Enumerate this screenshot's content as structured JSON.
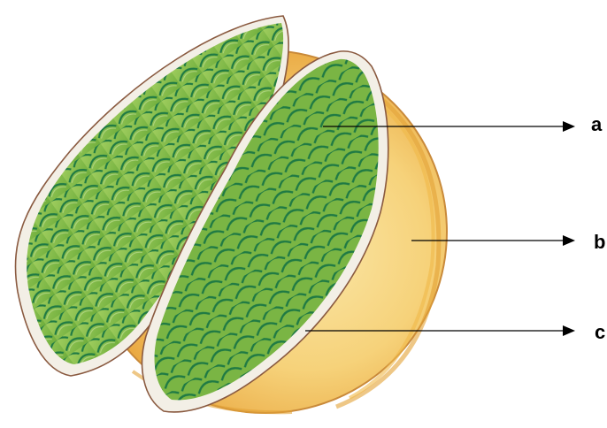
{
  "colors": {
    "disc_outer": "#e8a33a",
    "disc_inner": "#f6d27a",
    "disc_highlight": "#fbe7a8",
    "scale_fill": "#86bd4a",
    "scale_shade": "#5f9a34",
    "scale_edge": "#1f7a44",
    "wing_rim": "#f3efe6",
    "outline": "#8a5a40",
    "arrow": "#000000"
  },
  "labels": {
    "a": "a",
    "b": "b",
    "c": "c"
  }
}
